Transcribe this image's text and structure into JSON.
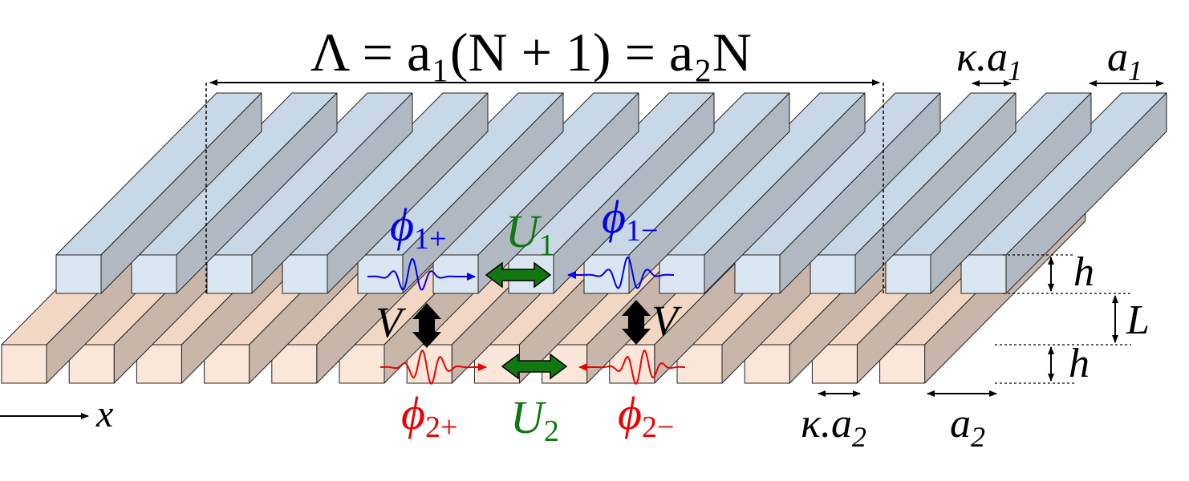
{
  "colors": {
    "upper_face": "#dae6f2",
    "upper_top": "#c9d8e6",
    "upper_side": "#b0b9c2",
    "lower_face": "#fbe7da",
    "lower_top": "#f2d7c4",
    "lower_side": "#c8b6aa",
    "blue": "#0000ee",
    "red": "#ee0000",
    "green": "#117711",
    "black": "#000000"
  },
  "labels": {
    "period_formula": "Λ = a₁(N + 1) = a₂N",
    "kappa_a1": {
      "base": "κ.a",
      "sub": "1"
    },
    "a1": {
      "base": "a",
      "sub": "1"
    },
    "kappa_a2": {
      "base": "κ.a",
      "sub": "2"
    },
    "a2": {
      "base": "a",
      "sub": "2"
    },
    "h_top": "h",
    "L": "L",
    "h_bottom": "h",
    "x_axis": "x",
    "phi1_plus": {
      "base": "ϕ",
      "sub": "1+"
    },
    "phi1_minus": {
      "base": "ϕ",
      "sub": "1−"
    },
    "phi2_plus": {
      "base": "ϕ",
      "sub": "2+"
    },
    "phi2_minus": {
      "base": "ϕ",
      "sub": "2−"
    },
    "U1": {
      "base": "U",
      "sub": "1"
    },
    "U2": {
      "base": "U",
      "sub": "2"
    },
    "V_left": "V",
    "V_right": "V"
  },
  "arrays": {
    "upper_beam_count": 13,
    "lower_beam_count": 14
  }
}
